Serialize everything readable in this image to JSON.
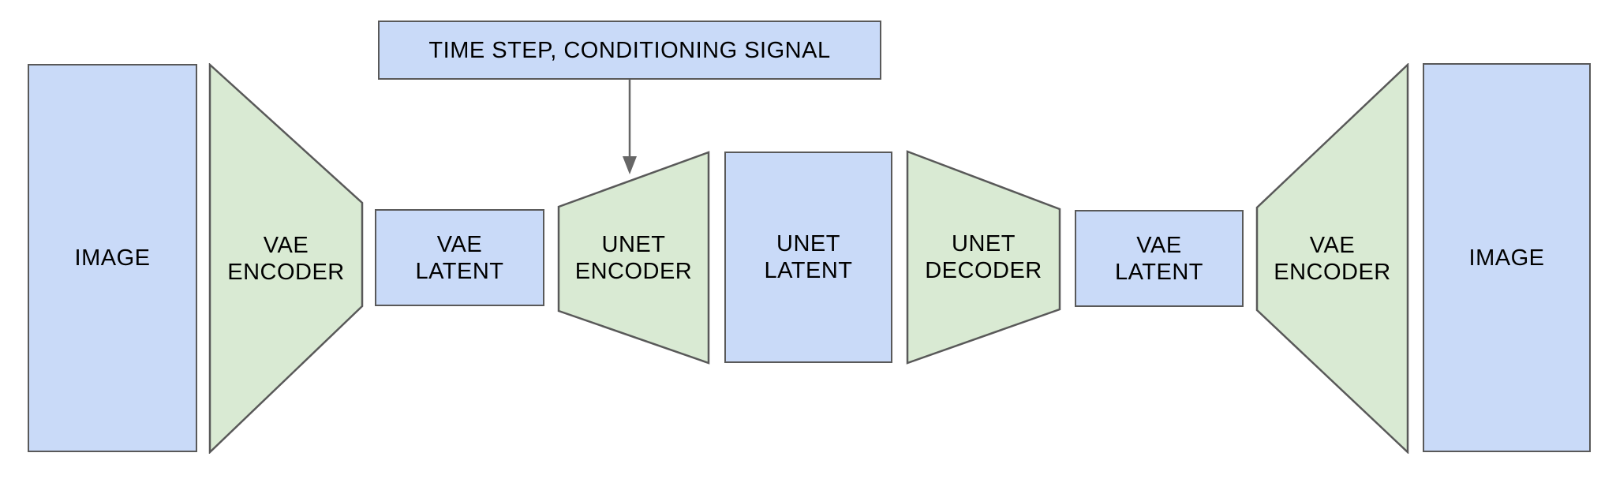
{
  "diagram": {
    "colors": {
      "bg": "#ffffff",
      "box_fill": "#c9daf8",
      "trap_fill": "#d9ead3",
      "stroke": "#595959",
      "arrow": "#666666",
      "text": "#000000"
    },
    "conditioning": {
      "label": "TIME STEP, CONDITIONING SIGNAL"
    },
    "nodes": [
      {
        "id": "image-left",
        "shape": "rect",
        "label": "IMAGE"
      },
      {
        "id": "vae-encoder-left",
        "shape": "trapezoid-narrowing",
        "label": "VAE\nENCODER"
      },
      {
        "id": "vae-latent-left",
        "shape": "rect",
        "label": "VAE\nLATENT"
      },
      {
        "id": "unet-encoder",
        "shape": "trapezoid-widening",
        "label": "UNET\nENCODER"
      },
      {
        "id": "unet-latent",
        "shape": "rect",
        "label": "UNET\nLATENT"
      },
      {
        "id": "unet-decoder",
        "shape": "trapezoid-narrowing",
        "label": "UNET\nDECODER"
      },
      {
        "id": "vae-latent-right",
        "shape": "rect",
        "label": "VAE\nLATENT"
      },
      {
        "id": "vae-encoder-right",
        "shape": "trapezoid-widening",
        "label": "VAE\nENCODER"
      },
      {
        "id": "image-right",
        "shape": "rect",
        "label": "IMAGE"
      }
    ]
  }
}
